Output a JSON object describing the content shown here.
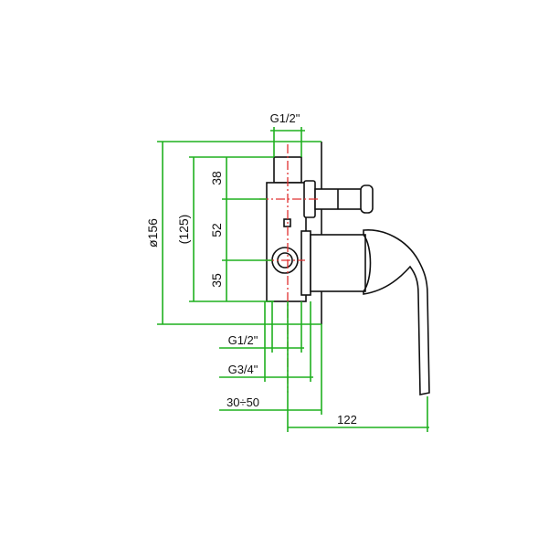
{
  "dimensions": {
    "top_connection": "G1/2\"",
    "upper_spacing": "38",
    "middle_spacing": "52",
    "lower_spacing": "35",
    "plate_diameter": "ø156",
    "body_height": "(125)",
    "outlet_connection": "G1/2\"",
    "inlet_connection": "G3/4\"",
    "wall_depth_range": "30÷50",
    "handle_projection": "122"
  },
  "colors": {
    "dimension": "#1fb01f",
    "centerline": "#e03030",
    "outline": "#111111"
  }
}
